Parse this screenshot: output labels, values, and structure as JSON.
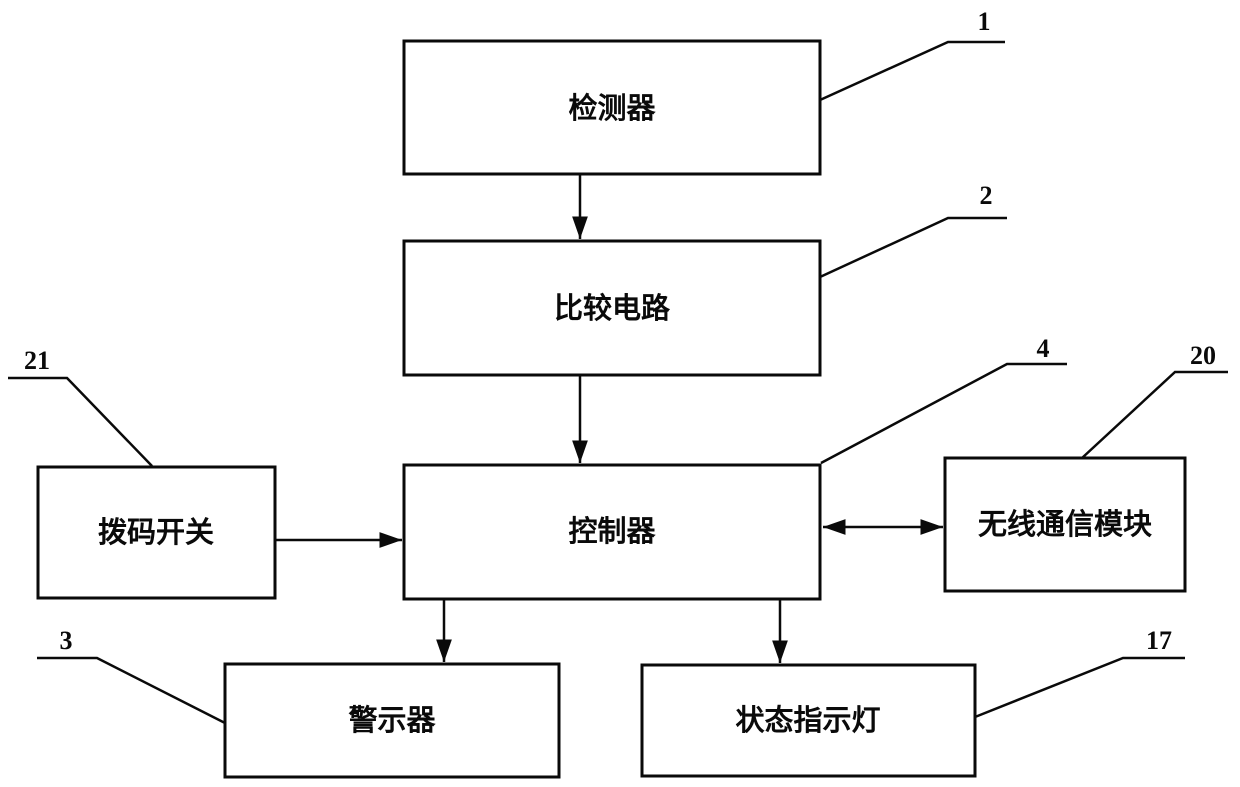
{
  "figure": {
    "type": "block-diagram",
    "background_color": "#ffffff",
    "line_color": "#0a0a0a",
    "nodes": [
      {
        "id": "detector",
        "label": "检测器",
        "ref": "1"
      },
      {
        "id": "comparison-circuit",
        "label": "比较电路",
        "ref": "2"
      },
      {
        "id": "controller",
        "label": "控制器",
        "ref": "4"
      },
      {
        "id": "dip-switch",
        "label": "拨码开关",
        "ref": "21"
      },
      {
        "id": "wireless-comm-module",
        "label": "无线通信模块",
        "ref": "20"
      },
      {
        "id": "alarm",
        "label": "警示器",
        "ref": "3"
      },
      {
        "id": "status-indicator-light",
        "label": "状态指示灯",
        "ref": "17"
      }
    ],
    "edges": [
      {
        "from": "detector",
        "to": "comparison-circuit",
        "direction": "one-way"
      },
      {
        "from": "comparison-circuit",
        "to": "controller",
        "direction": "one-way"
      },
      {
        "from": "dip-switch",
        "to": "controller",
        "direction": "one-way"
      },
      {
        "from": "controller",
        "to": "wireless-comm-module",
        "direction": "two-way"
      },
      {
        "from": "controller",
        "to": "alarm",
        "direction": "one-way"
      },
      {
        "from": "controller",
        "to": "status-indicator-light",
        "direction": "one-way"
      }
    ]
  }
}
